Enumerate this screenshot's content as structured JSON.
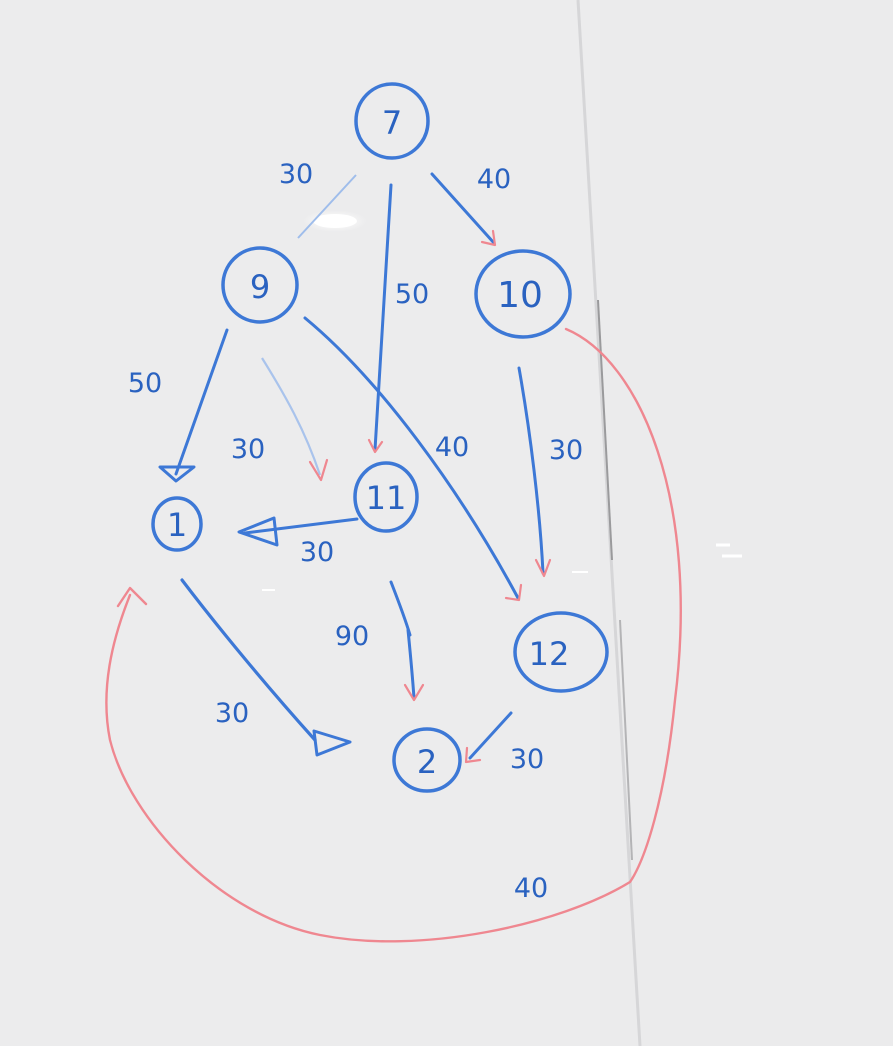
{
  "diagram": {
    "nodes": [
      {
        "id": "n7",
        "label": "7"
      },
      {
        "id": "n9",
        "label": "9"
      },
      {
        "id": "n10",
        "label": "10"
      },
      {
        "id": "n1",
        "label": "1"
      },
      {
        "id": "n11",
        "label": "11"
      },
      {
        "id": "n12",
        "label": "12"
      },
      {
        "id": "n2",
        "label": "2"
      }
    ],
    "edges": [
      {
        "from": "7",
        "to": "9",
        "label": "30"
      },
      {
        "from": "7",
        "to": "11",
        "label": "50"
      },
      {
        "from": "7",
        "to": "10",
        "label": "40"
      },
      {
        "from": "9",
        "to": "1",
        "label": "50"
      },
      {
        "from": "9",
        "to": "11",
        "label": "30"
      },
      {
        "from": "9",
        "to": "12",
        "label": "40"
      },
      {
        "from": "10",
        "to": "12",
        "label": "30"
      },
      {
        "from": "11",
        "to": "1",
        "label": "30"
      },
      {
        "from": "11",
        "to": "2",
        "label": "90"
      },
      {
        "from": "1",
        "to": "2",
        "label": "30"
      },
      {
        "from": "12",
        "to": "2",
        "label": "30"
      },
      {
        "from": "10",
        "to": "1",
        "label": "40"
      }
    ]
  },
  "colors": {
    "board": "#ededee",
    "marker_blue": "#3d78d6",
    "label_blue": "#2a62c0",
    "marker_red": "#ef8790"
  }
}
